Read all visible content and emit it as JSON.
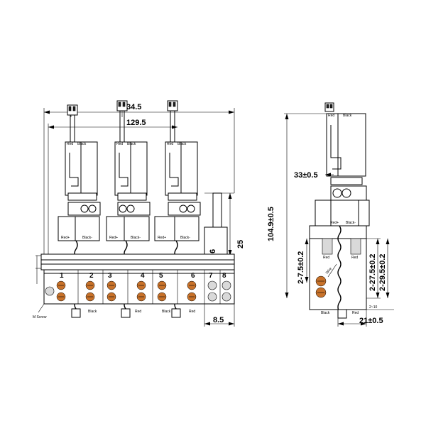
{
  "front_view": {
    "dimensions": {
      "overall_width": "34.5",
      "pitch_span": "129.5",
      "side_height": "25",
      "end_width": "8.5",
      "side_width": "6"
    },
    "module_labels": {
      "red": "Red",
      "black": "Black",
      "red_plus": "Red+",
      "black_minus": "Black-"
    },
    "position_numbers": [
      "1",
      "2",
      "3",
      "4",
      "5",
      "6",
      "7",
      "8"
    ],
    "bottom_labels": [
      "Black",
      "Red",
      "Black",
      "Red"
    ],
    "screw_label": "M Screw"
  },
  "side_view": {
    "dimensions": {
      "total_height": "104.9±0.5",
      "top_offset": "33±0.5",
      "left_gap": "2-7.5±0.2",
      "pitch_a": "2-27.5±0.2",
      "pitch_b": "2-29.5±0.2",
      "bottom_width": "21±0.5",
      "small_gap": "2~10"
    },
    "labels": {
      "red": "Red",
      "black": "Black",
      "red_plus": "Red+",
      "black_minus": "Black-",
      "wire": "Wire",
      "bottom_black": "Black",
      "bottom_red": "Red"
    }
  }
}
